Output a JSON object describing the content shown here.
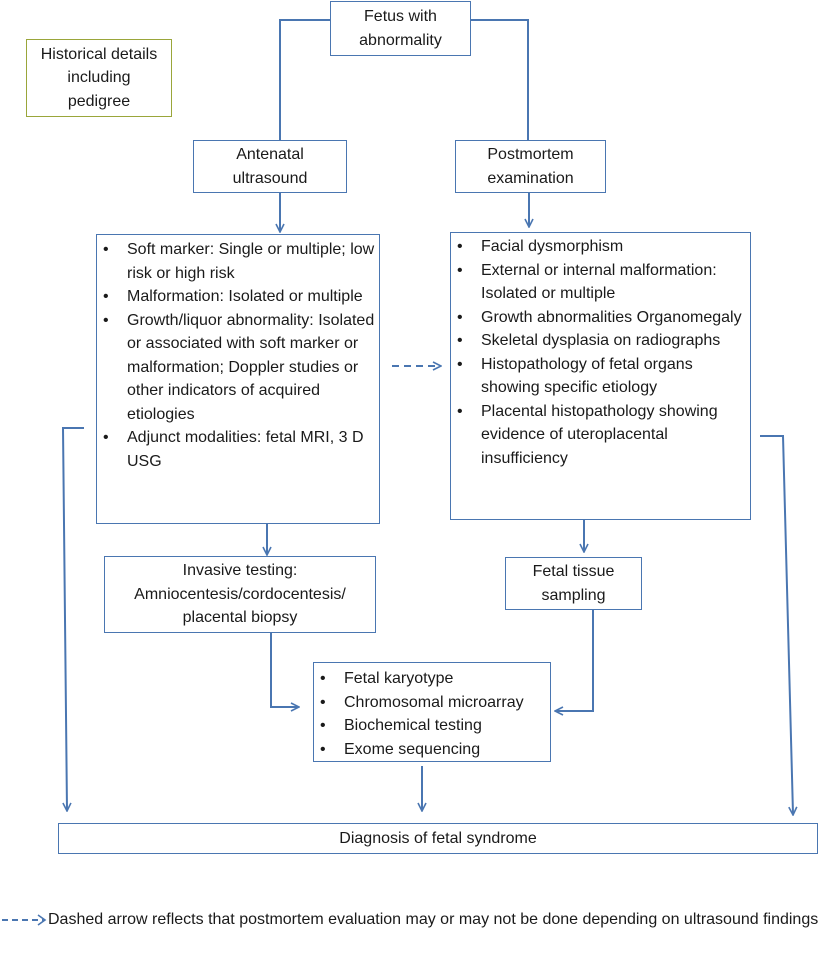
{
  "nodes": {
    "fetus": "Fetus with\nabnormality",
    "history": "Historical details\nincluding\npedigree",
    "antenatal": "Antenatal\nultrasound",
    "postmortem": "Postmortem\nexamination",
    "antenatal_findings": [
      "Soft marker: Single or multiple; low risk or high risk",
      "Malformation: Isolated or multiple",
      "Growth/liquor abnormality: Isolated or associated with soft marker or malformation; Doppler studies or other indicators of acquired etiologies",
      "Adjunct modalities: fetal MRI, 3 D USG"
    ],
    "postmortem_findings": [
      "Facial dysmorphism",
      "External or internal malformation: Isolated or multiple",
      "Growth abnormalities Organomegaly",
      "Skeletal dysplasia on radiographs",
      "Histopathology of fetal organs showing specific etiology",
      "Placental histopathology showing evidence of uteroplacental insufficiency"
    ],
    "invasive": "Invasive testing:\nAmniocentesis/cordocentesis/\nplacental biopsy",
    "tissue": "Fetal tissue\nsampling",
    "tests": [
      "Fetal karyotype",
      "Chromosomal microarray",
      "Biochemical testing",
      "Exome sequencing"
    ],
    "diagnosis": "Diagnosis of fetal syndrome"
  },
  "footnote": "Dashed arrow reflects that postmortem evaluation may or may not be done depending on ultrasound findings",
  "colors": {
    "arrow": "#4a76b1",
    "box_border": "#4a76b1",
    "history_border": "#9aa63a"
  }
}
